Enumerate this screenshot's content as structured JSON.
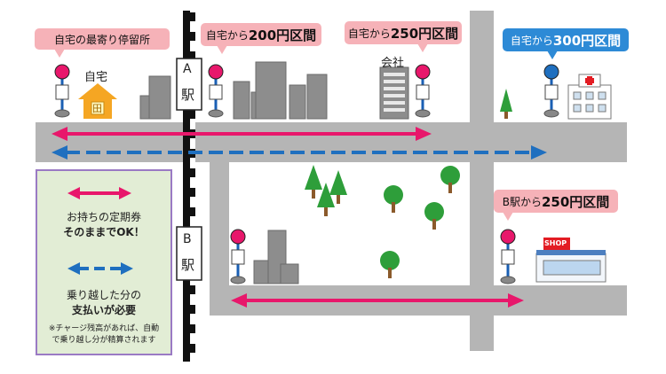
{
  "callouts": {
    "home_stop": "自宅の最寄り停留所",
    "zone_200_prefix": "自宅から",
    "zone_200_value": "200円区間",
    "zone_250_prefix": "自宅から",
    "zone_250_value": "250円区間",
    "zone_300_prefix": "自宅から",
    "zone_300_value": "300円区間",
    "b_zone_prefix": "B駅から",
    "b_zone_value": "250円区間"
  },
  "labels": {
    "home": "自宅",
    "home_glyph": "田",
    "company": "会社",
    "station_a_letter": "A",
    "station_a_kanji": "駅",
    "station_b_letter": "B",
    "station_b_kanji": "駅",
    "shop": "SHOP"
  },
  "legend": {
    "pass_line1": "お持ちの定期券",
    "pass_line2": "そのままでOK！",
    "extra_line1": "乗り越した分の",
    "extra_line2": "支払いが必要",
    "note_line1": "※チャージ残高があれば、自動",
    "note_line2": "で乗り越し分が精算されます"
  },
  "colors": {
    "pass_arrow": "#e8176b",
    "extra_arrow": "#1f6fbf",
    "road": "#b5b5b5",
    "callout_pink": "#f6b2b8",
    "callout_blue": "#2d8ad6",
    "legend_bg": "#e2edd5",
    "legend_border": "#9a7ac4"
  }
}
